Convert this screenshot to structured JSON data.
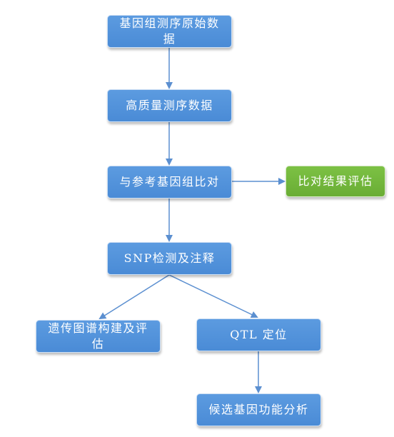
{
  "diagram": {
    "colors": {
      "node_blue": "#5693dd",
      "node_green": "#72b73c",
      "connector": "#5b8fd0",
      "text": "#ffffff"
    },
    "nodes": [
      {
        "id": "n1",
        "label": "基因组测序原始数据"
      },
      {
        "id": "n2",
        "label": "高质量测序数据"
      },
      {
        "id": "n3",
        "label": "与参考基因组比对"
      },
      {
        "id": "n4",
        "label": "比对结果评估"
      },
      {
        "id": "n5",
        "label": "SNP检测及注释"
      },
      {
        "id": "n6",
        "label": "遗传图谱构建及评估"
      },
      {
        "id": "n7",
        "label": "QTL 定位"
      },
      {
        "id": "n8",
        "label": "候选基因功能分析"
      }
    ],
    "edges": [
      {
        "from": "n1",
        "to": "n2"
      },
      {
        "from": "n2",
        "to": "n3"
      },
      {
        "from": "n3",
        "to": "n4"
      },
      {
        "from": "n3",
        "to": "n5"
      },
      {
        "from": "n5",
        "to": "n6"
      },
      {
        "from": "n5",
        "to": "n7"
      },
      {
        "from": "n7",
        "to": "n8"
      }
    ]
  }
}
